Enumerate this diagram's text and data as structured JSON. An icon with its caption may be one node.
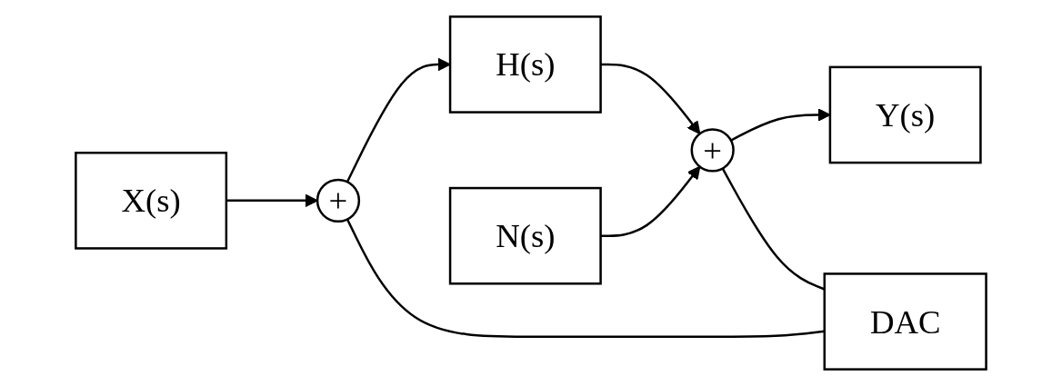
{
  "diagram": {
    "nodes": [
      {
        "text": [
          "X(s)"
        ]
      },
      {
        "text": [
          "+"
        ]
      },
      {
        "text": [
          "H(s)"
        ]
      },
      {
        "text": [
          "N(s)"
        ]
      },
      {
        "text": [
          "+"
        ]
      },
      {
        "text": [
          "Y(s)"
        ]
      },
      {
        "text": [
          "DAC"
        ]
      }
    ],
    "edges": [
      {
        "from": 0,
        "to": 1,
        "arrow": "to"
      },
      {
        "from": 1,
        "to": 2,
        "arrow": "to"
      },
      {
        "from": 2,
        "to": 4,
        "arrow": "to"
      },
      {
        "from": 3,
        "to": 4,
        "arrow": "to"
      },
      {
        "from": 4,
        "to": 5,
        "arrow": "to"
      },
      {
        "from": 4,
        "to": 6,
        "arrow": "none"
      },
      {
        "from": 6,
        "to": 1,
        "arrow": "none"
      }
    ]
  }
}
